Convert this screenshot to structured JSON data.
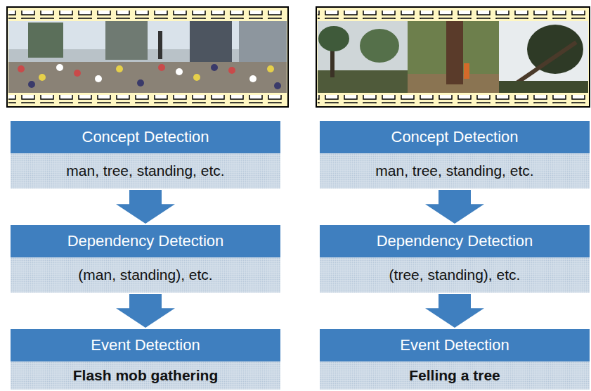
{
  "diagram": {
    "nodes": [
      {
        "text": [
          "Concept Detection",
          "man, tree, standing, etc."
        ]
      },
      {
        "text": [
          "Concept Detection",
          "man, tree, standing, etc."
        ]
      },
      {
        "text": [
          "Dependency Detection",
          "(man, standing), etc."
        ]
      },
      {
        "text": [
          "Dependency Detection",
          "(tree, standing), etc."
        ]
      },
      {
        "text": [
          "Event Detection",
          "Flash mob gathering"
        ]
      },
      {
        "text": [
          "Event Detection",
          "Felling a tree"
        ]
      }
    ],
    "edges": [
      {
        "from": 0,
        "to": 2,
        "arrow": "to"
      },
      {
        "from": 2,
        "to": 4,
        "arrow": "to"
      },
      {
        "from": 1,
        "to": 3,
        "arrow": "to"
      },
      {
        "from": 3,
        "to": 5,
        "arrow": "to"
      }
    ]
  }
}
